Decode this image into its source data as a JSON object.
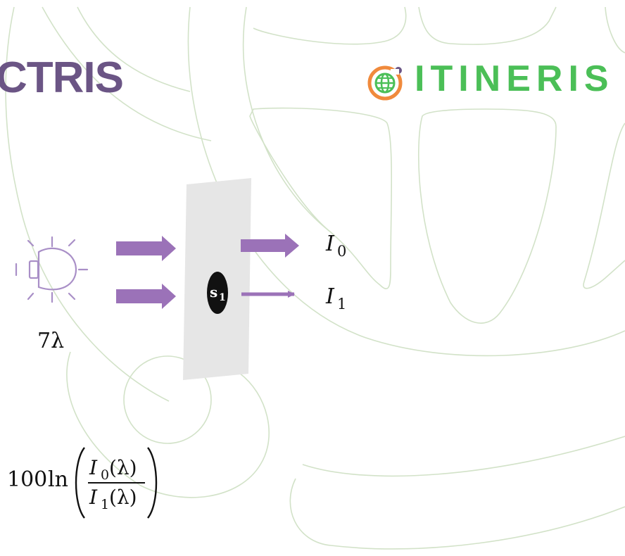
{
  "slide": {
    "title_partial": "CTRIS",
    "logo_text": "ITINERIS",
    "colors": {
      "title": "#6b5585",
      "logo_green": "#4bbf57",
      "logo_orange": "#f08a3c",
      "logo_purple": "#6b5585",
      "arrow": "#9b72b8",
      "lamp": "#a98fc7",
      "sample_panel": "#e6e6e6",
      "background_art": "#cfe0c4"
    }
  },
  "diagram": {
    "source_label": "7λ",
    "sample_label": "s",
    "sample_subscript": "1",
    "output_labels": [
      {
        "symbol": "I",
        "subscript": "0"
      },
      {
        "symbol": "I",
        "subscript": "1"
      }
    ],
    "formula": {
      "coefficient": "100",
      "function": "ln",
      "numerator": {
        "symbol": "I",
        "subscript": "0",
        "argument": "(λ)"
      },
      "denominator": {
        "symbol": "I",
        "subscript": "1",
        "argument": "(λ)"
      }
    }
  }
}
